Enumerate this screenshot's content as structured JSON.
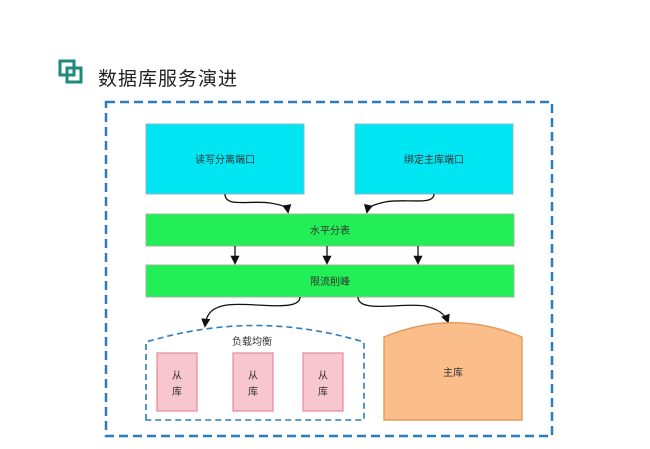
{
  "page": {
    "title": "数据库服务演进"
  },
  "diagram": {
    "nodes": {
      "rw_split": {
        "label": "读写分离端口"
      },
      "bind_master": {
        "label": "绑定主库端口"
      },
      "horizontal_shard": {
        "label": "水平分表"
      },
      "rate_limit": {
        "label": "限流削峰"
      },
      "load_balance": {
        "label": "负载均衡"
      },
      "slave_1": {
        "label_line1": "从",
        "label_line2": "库"
      },
      "slave_2": {
        "label_line1": "从",
        "label_line2": "库"
      },
      "slave_3": {
        "label_line1": "从",
        "label_line2": "库"
      },
      "master": {
        "label": "主库"
      }
    },
    "colors": {
      "frame_border": "#2a7dc0",
      "title_icon": "#1e8a7a",
      "port_fill": "#00e5f2",
      "layer_fill": "#22ee55",
      "slave_fill": "#f7c6cf",
      "slave_border": "#e58a9a",
      "master_fill": "#fbbe8a",
      "master_border": "#e59a5a",
      "arrow": "#111111"
    }
  }
}
